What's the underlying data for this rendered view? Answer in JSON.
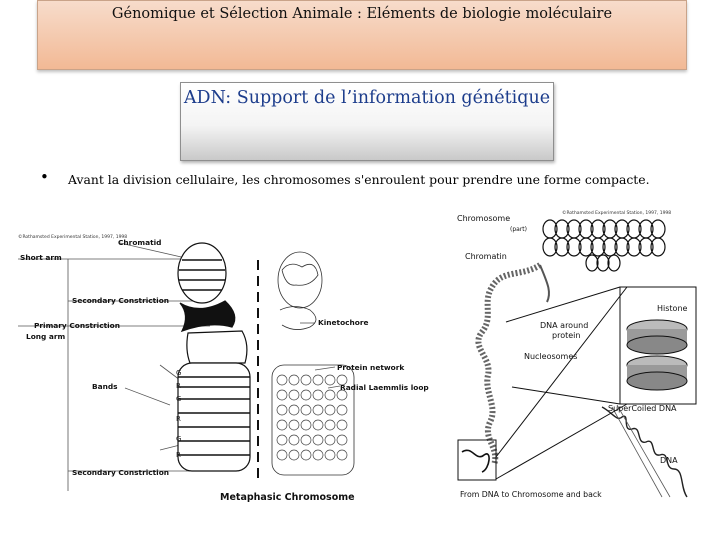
{
  "header": {
    "title": "Génomique et Sélection Animale : Eléments de biologie moléculaire"
  },
  "subtitle": {
    "text": "ADN: Support de l’information génétique"
  },
  "bullet": {
    "symbol": "•",
    "text": "Avant la division cellulaire, les chromosomes s'enroulent pour prendre une forme compacte."
  },
  "figure_left": {
    "credit": "©Rothamsted Experimental Station, 1997, 1998",
    "labels": {
      "chromatid": "Chromatid",
      "short_arm": "Short arm",
      "secondary_constriction_top": "Secondary Constriction",
      "primary_constriction": "Primary Constriction",
      "long_arm": "Long arm",
      "kinetochore": "Kinetochore",
      "bands": "Bands",
      "protein_network": "Protein network",
      "radial_loop": "Radial Laemmlis loop",
      "secondary_constriction_bottom": "Secondary Constriction",
      "caption": "Metaphasic Chromosome"
    },
    "band_letters": [
      "G",
      "R",
      "G",
      "R",
      "G",
      "R"
    ]
  },
  "figure_right": {
    "credit": "©Rothamsted Experimental Station, 1997, 1998",
    "labels": {
      "chromosome": "Chromosome",
      "part": "(part)",
      "chromatin": "Chromatin",
      "dna_around_protein_1": "DNA around",
      "dna_around_protein_2": "protein",
      "nucleosomes": "Nucleosomes",
      "histone": "Histone",
      "supercoiled": "SuperCoiled DNA",
      "dna": "DNA",
      "caption": "From DNA to Chromosome and back"
    }
  },
  "colors": {
    "header_band": "#f2b995",
    "subtitle_text": "#1d3d8c"
  }
}
